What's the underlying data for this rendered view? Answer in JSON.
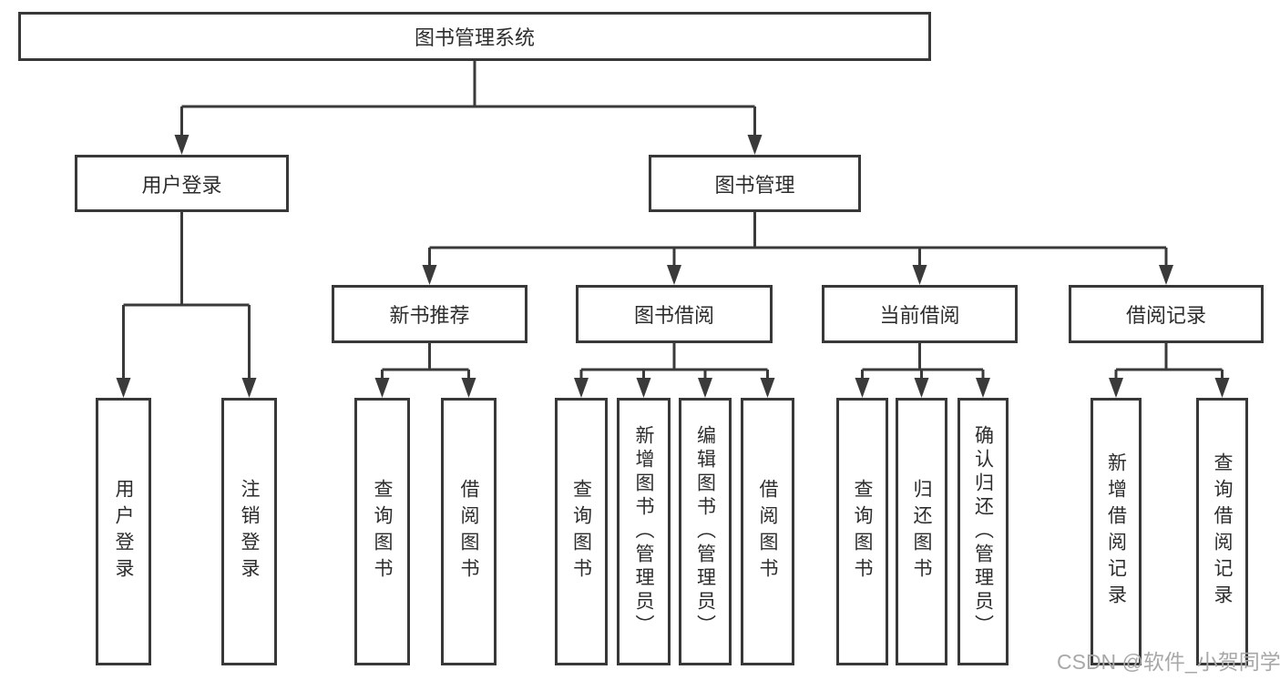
{
  "diagram": {
    "root": {
      "label": "图书管理系统",
      "children": [
        {
          "label": "用户登录",
          "children": [
            {
              "label": "用户登录"
            },
            {
              "label": "注销登录"
            }
          ]
        },
        {
          "label": "图书管理",
          "children": [
            {
              "label": "新书推荐",
              "children": [
                {
                  "label": "查询图书"
                },
                {
                  "label": "借阅图书"
                }
              ]
            },
            {
              "label": "图书借阅",
              "children": [
                {
                  "label": "查询图书"
                },
                {
                  "label": "新增图书（管理员）"
                },
                {
                  "label": "编辑图书（管理员）"
                },
                {
                  "label": "借阅图书"
                }
              ]
            },
            {
              "label": "当前借阅",
              "children": [
                {
                  "label": "查询图书"
                },
                {
                  "label": "归还图书"
                },
                {
                  "label": "确认归还（管理员）"
                }
              ]
            },
            {
              "label": "借阅记录",
              "children": [
                {
                  "label": "新增借阅记录"
                },
                {
                  "label": "查询借阅记录"
                }
              ]
            }
          ]
        }
      ]
    },
    "watermark": "CSDN @软件_小贺同学",
    "colors": {
      "line": "#3a3a3a",
      "box_border": "#383838",
      "box_background": "#ffffff",
      "text": "#2d2d2d",
      "watermark": "#a8a8a8",
      "page_background": "#ffffff"
    }
  }
}
